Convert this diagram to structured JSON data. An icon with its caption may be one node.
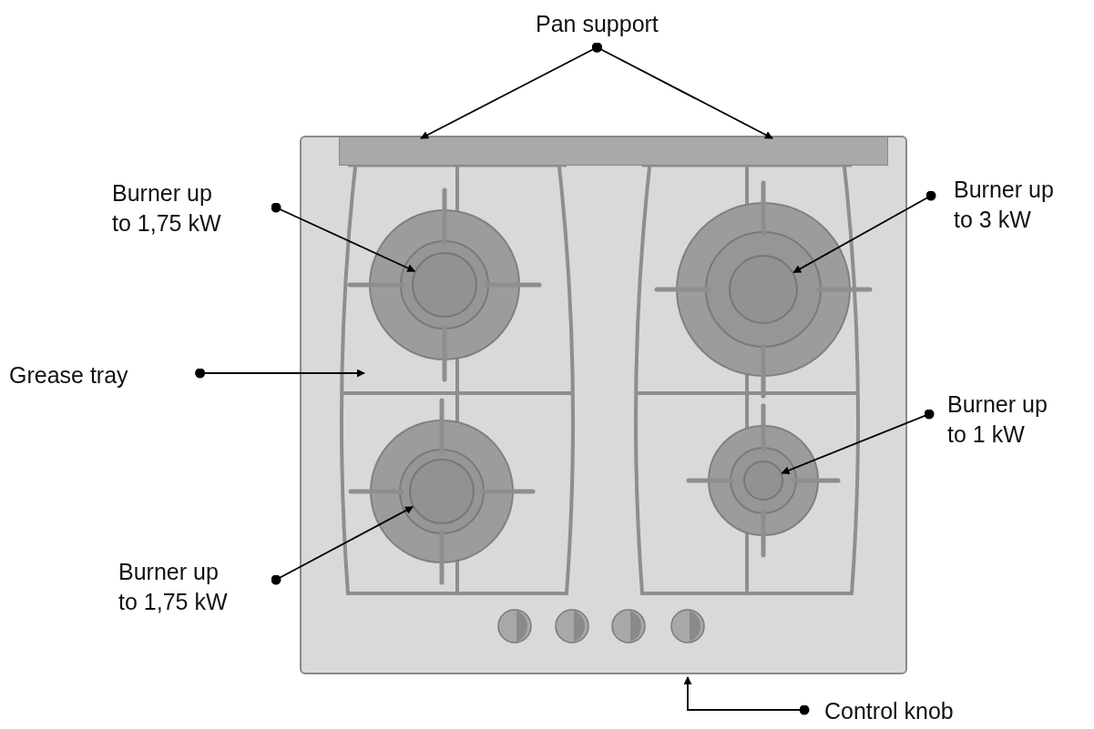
{
  "diagram": {
    "nodes": [
      {
        "text": [
          "Pan support"
        ]
      },
      {
        "text": [
          "Burner up to 1,75 kW"
        ]
      },
      {
        "text": [
          "Burner up to 3 kW"
        ]
      },
      {
        "text": [
          "Grease tray"
        ]
      },
      {
        "text": [
          "Burner up to 1 kW"
        ]
      },
      {
        "text": [
          "Burner up to 1,75 kW"
        ]
      },
      {
        "text": [
          "Control knob"
        ]
      },
      {
        "text": [],
        "shape": "bar"
      },
      {
        "text": [],
        "shape": "circle"
      },
      {
        "text": [],
        "shape": "circle"
      },
      {
        "text": [],
        "shape": "circle"
      },
      {
        "text": [],
        "shape": "circle"
      }
    ],
    "edges": [
      {
        "from": 0,
        "to": 7,
        "arrow": "to"
      },
      {
        "from": 0,
        "to": 7,
        "arrow": "to"
      },
      {
        "from": 1,
        "to": 8,
        "arrow": "to"
      },
      {
        "from": 2,
        "to": 9,
        "arrow": "to"
      },
      {
        "from": 3,
        "to": null,
        "arrow": "to"
      },
      {
        "from": 4,
        "to": 10,
        "arrow": "to"
      },
      {
        "from": 5,
        "to": 11,
        "arrow": "to"
      },
      {
        "from": 6,
        "to": null,
        "arrow": "to"
      }
    ]
  }
}
